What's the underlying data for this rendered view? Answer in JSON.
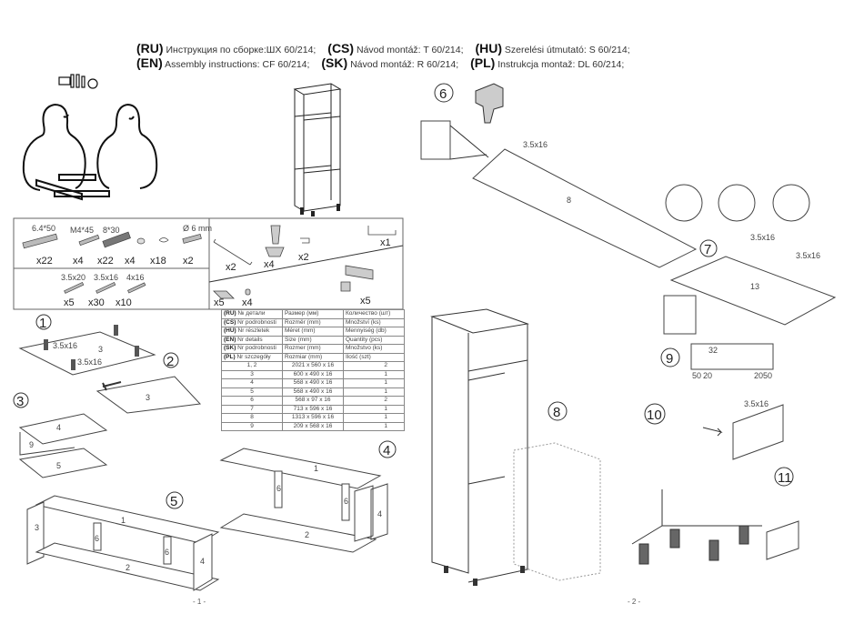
{
  "header": {
    "line1": [
      {
        "code": "(RU)",
        "text": "Инструкция по сборке:ШХ 60/214;"
      },
      {
        "code": "(CS)",
        "text": "Návod montáž: T 60/214;"
      },
      {
        "code": "(HU)",
        "text": "Szerelési útmutató: S 60/214;"
      }
    ],
    "line2": [
      {
        "code": "(EN)",
        "text": "Assembly instructions: CF 60/214;"
      },
      {
        "code": "(SK)",
        "text": "Návod montáž: R 60/214;"
      },
      {
        "code": "(PL)",
        "text": "Instrukcja montaž: DL 60/214;"
      }
    ]
  },
  "hardware": {
    "row1": [
      {
        "name": "confirmat-screw",
        "size": "6.4*50",
        "qty": "x22"
      },
      {
        "name": "bolt",
        "size": "M4*45",
        "qty": "x4"
      },
      {
        "name": "dowel",
        "size": "8*30",
        "qty": "x22"
      },
      {
        "name": "washer",
        "size": "",
        "qty": "x4"
      },
      {
        "name": "shelf-pin",
        "size": "",
        "qty": "x18"
      },
      {
        "name": "wall-anchor",
        "size": "Ø 6 mm",
        "qty": "x2"
      }
    ],
    "row2": [
      {
        "name": "screw",
        "size": "3.5x20",
        "qty": "x5"
      },
      {
        "name": "screw",
        "size": "3.5x16",
        "qty": "x30"
      },
      {
        "name": "screw",
        "size": "4x16",
        "qty": "x10"
      }
    ],
    "right_top": [
      {
        "name": "handle",
        "qty": "x2"
      },
      {
        "name": "adjustable-leg",
        "qty": "x4"
      },
      {
        "name": "hanger",
        "qty": "x2"
      },
      {
        "name": "hex-key",
        "qty": "x1"
      }
    ],
    "right_bottom": [
      {
        "name": "mounting-plate",
        "qty": "x5"
      },
      {
        "name": "cap",
        "qty": "x4"
      },
      {
        "name": "hinge",
        "qty": "x5"
      }
    ]
  },
  "parts_table": {
    "headers": [
      {
        "code": "(RU)",
        "detail": "№ детали",
        "size": "Размер  (мм)",
        "qty": "Количество (шт)"
      },
      {
        "code": "(CS)",
        "detail": "Nr podrobnosti",
        "size": "Rozměr (mm)",
        "qty": "Množství  (ks)"
      },
      {
        "code": "(HU)",
        "detail": "Nr részletek",
        "size": "Méret (mm)",
        "qty": "Mennyiség (db)"
      },
      {
        "code": "(EN)",
        "detail": "Nr details",
        "size": "Size (mm)",
        "qty": "Quantity  (pcs)"
      },
      {
        "code": "(SK)",
        "detail": "Nr podrobnosti",
        "size": "Rozmer (mm)",
        "qty": "Množstvo (ks)"
      },
      {
        "code": "(PL)",
        "detail": "Nr szczegóły",
        "size": "Rozmiar (mm)",
        "qty": "Ilość (szt)"
      }
    ],
    "rows": [
      {
        "part": "1, 2",
        "size": "2021 x 560 x 16",
        "qty": "2"
      },
      {
        "part": "3",
        "size": "600 x 490 x 16",
        "qty": "1"
      },
      {
        "part": "4",
        "size": "568 x 490 x 16",
        "qty": "1"
      },
      {
        "part": "5",
        "size": "568 x 490 x 16",
        "qty": "1"
      },
      {
        "part": "6",
        "size": "568 x 97 x 16",
        "qty": "2"
      },
      {
        "part": "7",
        "size": "713 x 596 x 16",
        "qty": "1"
      },
      {
        "part": "8",
        "size": "1313 x 596 x 16",
        "qty": "1"
      },
      {
        "part": "9",
        "size": "209 x 568 x 16",
        "qty": "1"
      }
    ]
  },
  "steps": {
    "s1": {
      "num": "1",
      "panel": "3",
      "screw": "3.5x16",
      "screw2": "3.5x16"
    },
    "s2": {
      "num": "2",
      "panel": "3"
    },
    "s3": {
      "num": "3",
      "panels": [
        "4",
        "9",
        "5"
      ]
    },
    "s4": {
      "num": "4",
      "panels": [
        "1",
        "6",
        "6",
        "2",
        "4"
      ]
    },
    "s5": {
      "num": "5",
      "panels": [
        "1",
        "3",
        "6",
        "6",
        "2",
        "4"
      ]
    },
    "s6": {
      "num": "6",
      "panel": "8",
      "screw": "3.5x16"
    },
    "s7": {
      "num": "7",
      "panel": "13",
      "screw": "3.5x16",
      "screw2": "3.5x16"
    },
    "s8": {
      "num": "8"
    },
    "s9": {
      "num": "9",
      "dims": [
        "50",
        "20",
        "20",
        "50"
      ],
      "vdim": "32"
    },
    "s10": {
      "num": "10",
      "screw": "3.5x16"
    },
    "s11": {
      "num": "11"
    }
  },
  "pages": {
    "left": "- 1 -",
    "right": "- 2 -"
  }
}
